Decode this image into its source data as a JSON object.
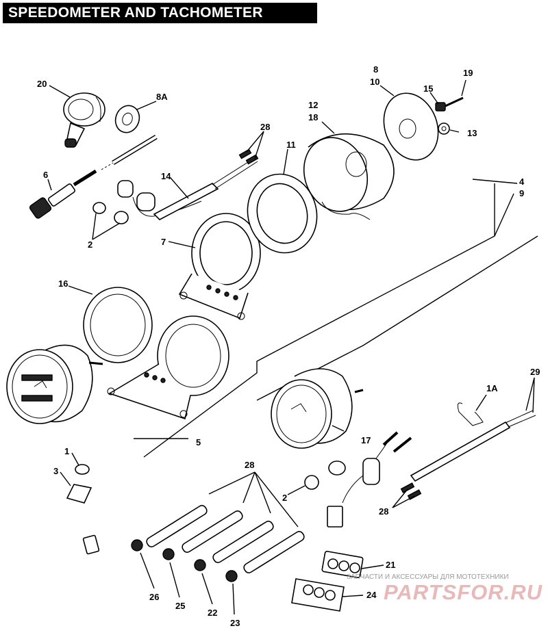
{
  "title": "SPEEDOMETER AND TACHOMETER",
  "labels": {
    "l1": "1",
    "l1A": "1A",
    "l2a": "2",
    "l2b": "2",
    "l3": "3",
    "l4": "4",
    "l5": "5",
    "l6": "6",
    "l7": "7",
    "l8": "8",
    "l8A": "8A",
    "l9": "9",
    "l10": "10",
    "l11": "11",
    "l12": "12",
    "l13": "13",
    "l14": "14",
    "l15": "15",
    "l16": "16",
    "l17": "17",
    "l18": "18",
    "l19": "19",
    "l20": "20",
    "l21": "21",
    "l22": "22",
    "l23": "23",
    "l24": "24",
    "l25": "25",
    "l26": "26",
    "l28a": "28",
    "l28b": "28",
    "l28c": "28",
    "l29": "29"
  },
  "watermark": {
    "caption": "ЗАПЧАСТИ И АКСЕССУАРЫ ДЛЯ МОТОТЕХНИКИ",
    "logo": "PARTSFOR.RU"
  }
}
